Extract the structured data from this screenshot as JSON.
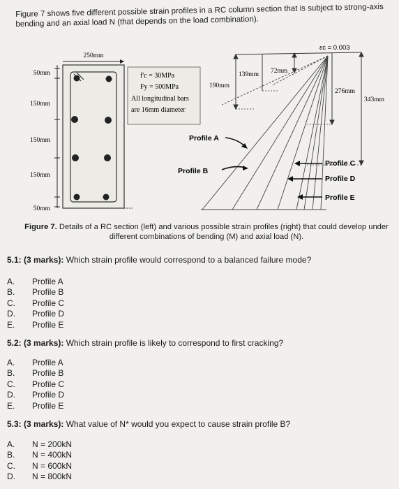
{
  "intro": "Figure 7 shows five different possible strain profiles in a RC column section that is subject to strong-axis bending and an axial load N (that depends on the load combination).",
  "figure": {
    "section": {
      "width": "250mm",
      "left_dims": [
        "50mm",
        "150mm",
        "150mm",
        "150mm",
        "50mm"
      ]
    },
    "props": [
      "f'c = 30MPa",
      "Fy = 500MPa",
      "All longitudinal bars",
      "are 16mm diameter"
    ],
    "strain": {
      "eps_cu": "εc = 0.003",
      "dims": [
        "190mm",
        "139mm",
        "72mm",
        "276mm",
        "343mm"
      ]
    },
    "profiles": [
      "Profile A",
      "Profile B",
      "Profile C",
      "Profile D",
      "Profile E"
    ]
  },
  "caption": {
    "label": "Figure 7.",
    "text": "Details of a RC section (left) and various possible strain profiles (right) that could develop under different combinations of bending (M) and axial load (N)."
  },
  "questions": [
    {
      "number": "5.1: (3 marks):",
      "text": "Which strain profile would correspond to a balanced failure mode?",
      "options": [
        {
          "letter": "A.",
          "text": "Profile A"
        },
        {
          "letter": "B.",
          "text": "Profile B"
        },
        {
          "letter": "C.",
          "text": "Profile C"
        },
        {
          "letter": "D.",
          "text": "Profile D"
        },
        {
          "letter": "E.",
          "text": "Profile E"
        }
      ]
    },
    {
      "number": "5.2: (3 marks):",
      "text": "Which strain profile is likely to correspond to first cracking?",
      "options": [
        {
          "letter": "A.",
          "text": "Profile A"
        },
        {
          "letter": "B.",
          "text": "Profile B"
        },
        {
          "letter": "C.",
          "text": "Profile C"
        },
        {
          "letter": "D.",
          "text": "Profile D"
        },
        {
          "letter": "E.",
          "text": "Profile E"
        }
      ]
    },
    {
      "number": "5.3: (3 marks):",
      "text": "What value of N* would you expect to cause strain profile B?",
      "options": [
        {
          "letter": "A.",
          "text": "N = 200kN"
        },
        {
          "letter": "B.",
          "text": "N = 400kN"
        },
        {
          "letter": "C.",
          "text": "N = 600kN"
        },
        {
          "letter": "D.",
          "text": "N = 800kN"
        }
      ]
    }
  ]
}
